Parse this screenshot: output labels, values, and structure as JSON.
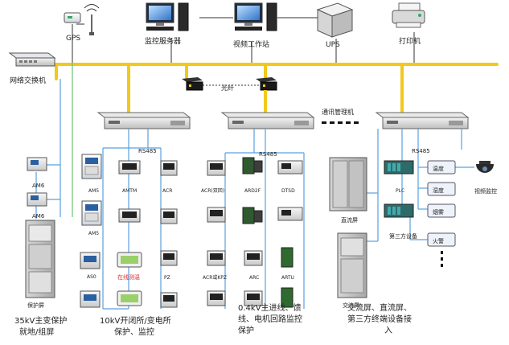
{
  "top": {
    "gps": "GPS",
    "monitor_server": "监控服务器",
    "video_workstation": "视频工作站",
    "ups": "UPS",
    "printer": "打印机",
    "network_switch": "网络交换机",
    "fiber": "光纤",
    "comm_manager": "通讯管理机",
    "rs485": "RS485"
  },
  "section1": {
    "am6_a": "AM6",
    "am6_b": "AM6",
    "cabinet": "保护屏",
    "caption_line1": "35kV主变保护",
    "caption_line2": "就地/组屏"
  },
  "section2": {
    "am5": "AM5",
    "amtm": "AMTM",
    "acr": "ACR",
    "am5_b": "AM5",
    "as0": "AS0",
    "online_monitor": "在线测温",
    "pz": "PZ",
    "caption_line1": "10kV开闭所/变电所",
    "caption_line2": "保护、监控"
  },
  "section3": {
    "acr_dual": "ACR(双回)",
    "ard2f": "ARD2F",
    "dtsd": "DTSD",
    "acr_kpz": "ACR或KPZ",
    "arc": "ARC",
    "artu": "ARTU",
    "caption_line1": "0.4kV主进线、馈",
    "caption_line2": "线、电机回路监控",
    "caption_line3": "保护"
  },
  "section4": {
    "dc_screen": "直流屏",
    "ac_screen": "交流屏",
    "plc": "PLC",
    "third_party": "第三方设备",
    "temperature": "温度",
    "humidity": "湿度",
    "smoke": "烟雾",
    "fire": "火警",
    "video_monitor": "视频监控",
    "caption_line1": "交流屏、直流屏、",
    "caption_line2": "第三方终端设备接",
    "caption_line3": "入"
  },
  "colors": {
    "bus": "#f2c91b",
    "link_blue": "#5aa0e0",
    "link_green": "#6cc070",
    "text_red": "#e53030"
  }
}
